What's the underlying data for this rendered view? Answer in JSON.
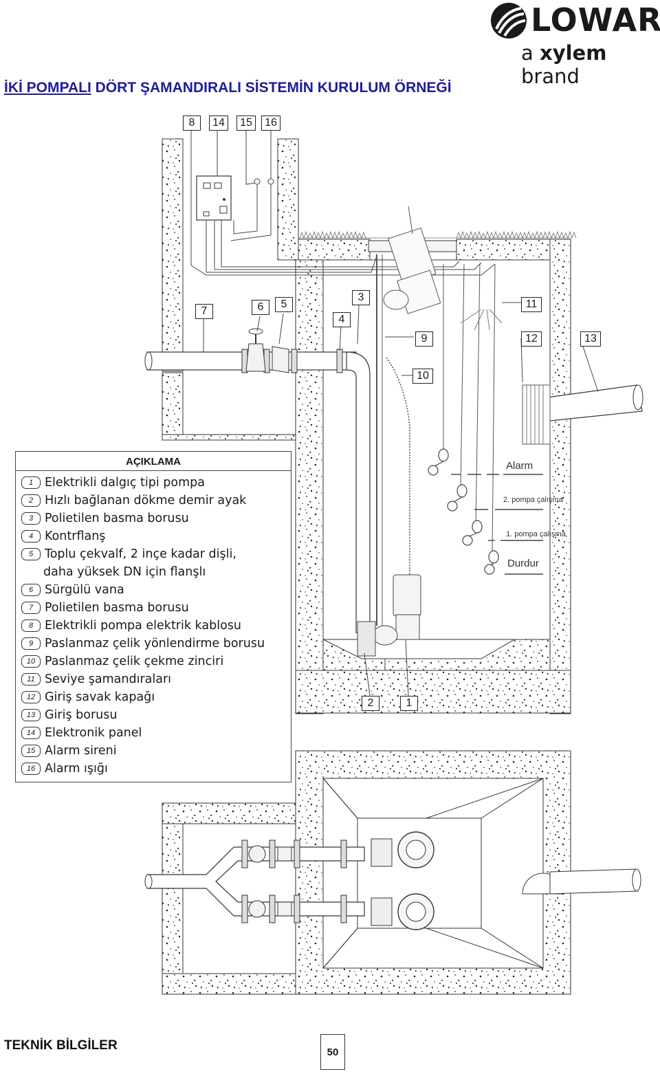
{
  "header": {
    "logo_word": "LOWARA",
    "brand_prefix": "a ",
    "brand_bold": "xylem",
    "brand_suffix": " brand",
    "title_underlined": "İKİ POMPALI",
    "title_rest": " DÖRT ŞAMANDIRALI SİSTEMİN KURULUM ÖRNEĞİ"
  },
  "callouts": {
    "c8": "8",
    "c14": "14",
    "c15": "15",
    "c16": "16",
    "c7": "7",
    "c6": "6",
    "c5": "5",
    "c4": "4",
    "c3": "3",
    "c11": "11",
    "c9": "9",
    "c12": "12",
    "c13": "13",
    "c10": "10",
    "c2": "2",
    "c1": "1"
  },
  "levels": {
    "alarm": "Alarm",
    "pump2": "2. pompa çalışma",
    "pump1": "1. pompa çalışma",
    "stop": "Durdur"
  },
  "legend": {
    "title": "AÇIKLAMA",
    "items": [
      {
        "num": "1",
        "text": "Elektrikli dalgıç tipi pompa"
      },
      {
        "num": "2",
        "text": "Hızlı bağlanan dökme demir ayak"
      },
      {
        "num": "3",
        "text": "Polietilen basma borusu"
      },
      {
        "num": "4",
        "text": "Kontrflanş"
      },
      {
        "num": "5",
        "text": "Toplu çekvalf, 2 inçe kadar dişli,"
      },
      {
        "num": "",
        "text": "daha yüksek DN için flanşlı"
      },
      {
        "num": "6",
        "text": "Sürgülü vana"
      },
      {
        "num": "7",
        "text": "Polietilen basma borusu"
      },
      {
        "num": "8",
        "text": "Elektrikli pompa elektrik kablosu"
      },
      {
        "num": "9",
        "text": "Paslanmaz çelik yönlendirme borusu"
      },
      {
        "num": "10",
        "text": "Paslanmaz çelik çekme zinciri"
      },
      {
        "num": "11",
        "text": "Seviye şamandıraları"
      },
      {
        "num": "12",
        "text": "Giriş savak kapağı"
      },
      {
        "num": "13",
        "text": "Giriş borusu"
      },
      {
        "num": "14",
        "text": "Elektronik panel"
      },
      {
        "num": "15",
        "text": "Alarm sireni"
      },
      {
        "num": "16",
        "text": "Alarm ışığı"
      }
    ]
  },
  "footer": {
    "label": "TEKNİK BİLGİLER",
    "page": "50"
  }
}
